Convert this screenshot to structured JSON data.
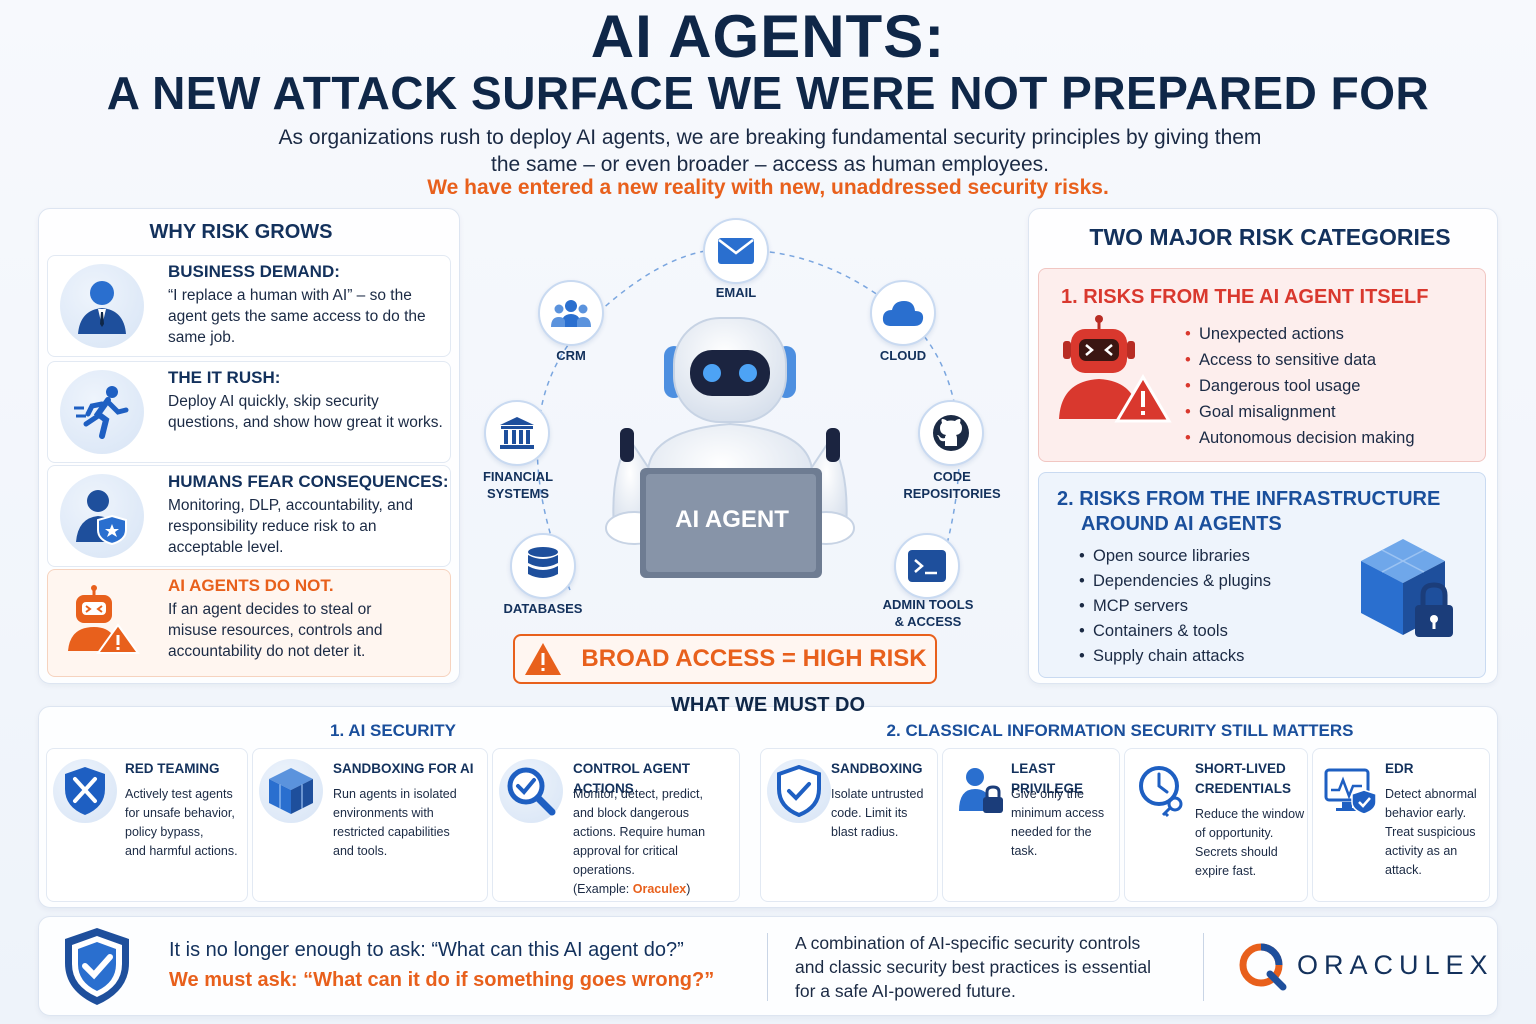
{
  "header": {
    "title": "AI AGENTS:",
    "subtitle": "A NEW ATTACK SURFACE WE WERE NOT PREPARED FOR",
    "intro_line1": "As organizations rush to deploy AI agents, we are breaking fundamental security principles by giving them",
    "intro_line2": "the same – or even broader – access as human employees.",
    "highlight": "We have entered a new reality with new, unaddressed security risks."
  },
  "why_risk": {
    "title": "WHY RISK GROWS",
    "items": [
      {
        "heading": "BUSINESS DEMAND:",
        "body": "“I replace a human with AI” – so the agent gets the same access to do the same job.",
        "icon": "businessman-icon"
      },
      {
        "heading": "THE IT RUSH:",
        "body": "Deploy AI quickly, skip security questions, and show how great it works.",
        "icon": "running-person-icon"
      },
      {
        "heading": "HUMANS FEAR CONSEQUENCES:",
        "body": "Monitoring, DLP, accountability, and responsibility reduce risk to an acceptable level.",
        "icon": "person-shield-icon"
      },
      {
        "heading": "AI AGENTS DO NOT.",
        "body": "If an agent decides to steal or misuse resources, controls and accountability do not deter it.",
        "icon": "robot-warning-icon"
      }
    ]
  },
  "center": {
    "agent_label": "AI AGENT",
    "nodes": {
      "email": "EMAIL",
      "crm": "CRM",
      "cloud": "CLOUD",
      "financial_1": "FINANCIAL",
      "financial_2": "SYSTEMS",
      "code_1": "CODE",
      "code_2": "REPOSITORIES",
      "databases": "DATABASES",
      "admin_1": "ADMIN TOOLS",
      "admin_2": "& ACCESS"
    },
    "warning": "BROAD ACCESS = HIGH RISK"
  },
  "risk_categories": {
    "title": "TWO MAJOR RISK CATEGORIES",
    "cat1": {
      "heading": "1. RISKS FROM THE AI AGENT ITSELF",
      "bullets": [
        "Unexpected actions",
        "Access to sensitive data",
        "Dangerous tool usage",
        "Goal misalignment",
        "Autonomous decision making"
      ]
    },
    "cat2": {
      "heading_1": "2. RISKS FROM THE INFRASTRUCTURE",
      "heading_2": "AROUND AI AGENTS",
      "bullets": [
        "Open source libraries",
        "Dependencies & plugins",
        "MCP servers",
        "Containers & tools",
        "Supply chain attacks"
      ]
    }
  },
  "must_do": {
    "title": "WHAT WE MUST DO",
    "section1_title": "1. AI SECURITY",
    "section2_title": "2. CLASSICAL INFORMATION SECURITY STILL MATTERS",
    "controls": [
      {
        "heading": "RED TEAMING",
        "body": [
          "Actively test agents",
          "for unsafe behavior,",
          "policy bypass,",
          "and harmful actions."
        ]
      },
      {
        "heading": "SANDBOXING FOR AI",
        "body": [
          "Run agents in isolated",
          "environments with",
          "restricted capabilities",
          "and tools."
        ]
      },
      {
        "heading": "CONTROL AGENT ACTIONS",
        "body": [
          "Monitor, detect, predict,",
          "and block dangerous",
          "actions. Require human",
          "approval for critical",
          "operations."
        ],
        "example_prefix": "(Example: ",
        "example_brand": "Oraculex",
        "example_suffix": ")"
      },
      {
        "heading": "SANDBOXING",
        "body": [
          "Isolate untrusted",
          "code. Limit its",
          "blast radius."
        ]
      },
      {
        "heading": "LEAST PRIVILEGE",
        "body": [
          "Give only the",
          "minimum access",
          "needed for the",
          "task."
        ]
      },
      {
        "heading_1": "SHORT-LIVED",
        "heading_2": "CREDENTIALS",
        "body": [
          "Reduce the window",
          "of opportunity.",
          "Secrets should",
          "expire fast."
        ]
      },
      {
        "heading": "EDR",
        "body": [
          "Detect abnormal",
          "behavior early.",
          "Treat suspicious",
          "activity as an",
          "attack."
        ]
      }
    ]
  },
  "footer": {
    "line1": "It is no longer enough to ask: “What can this AI agent do?”",
    "line2": "We must ask: “What can it do if something goes wrong?”",
    "right_1": "A combination of AI-specific security controls",
    "right_2": "and classic security best practices is essential",
    "right_3": "for a safe AI-powered future.",
    "logo": "ORACULEX"
  },
  "colors": {
    "navy": "#13315c",
    "accent_orange": "#e8601c",
    "blue": "#2a6fcf",
    "red": "#d9382e"
  }
}
